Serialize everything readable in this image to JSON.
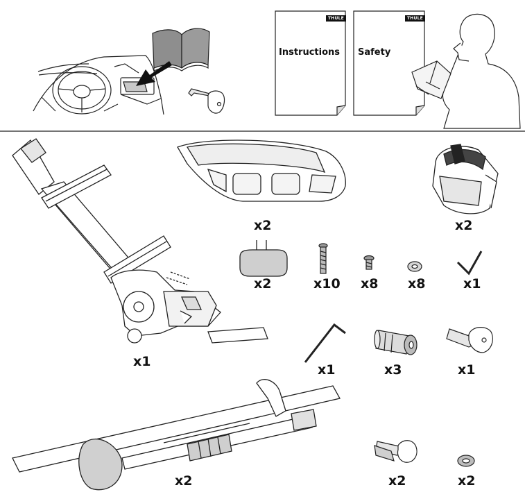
{
  "documents": {
    "instructions": {
      "title": "Instructions",
      "brand": "THULE"
    },
    "safety": {
      "title": "Safety",
      "brand": "THULE"
    }
  },
  "parts": [
    {
      "id": "bike-carrier-frame",
      "quantity": "x1"
    },
    {
      "id": "wheel-tray",
      "quantity": "x2"
    },
    {
      "id": "wheel-strap-holder",
      "quantity": "x2"
    },
    {
      "id": "end-cap",
      "quantity": "x2"
    },
    {
      "id": "long-screw",
      "quantity": "x10"
    },
    {
      "id": "short-bolt",
      "quantity": "x8"
    },
    {
      "id": "washer",
      "quantity": "x8"
    },
    {
      "id": "small-hex-key",
      "quantity": "x1"
    },
    {
      "id": "large-hex-key",
      "quantity": "x1"
    },
    {
      "id": "lock-cylinder",
      "quantity": "x3"
    },
    {
      "id": "key-single",
      "quantity": "x1"
    },
    {
      "id": "frame-holder-arm",
      "quantity": "x2"
    },
    {
      "id": "key-pair",
      "quantity": "x2"
    },
    {
      "id": "rubber-washer",
      "quantity": "x2"
    }
  ]
}
